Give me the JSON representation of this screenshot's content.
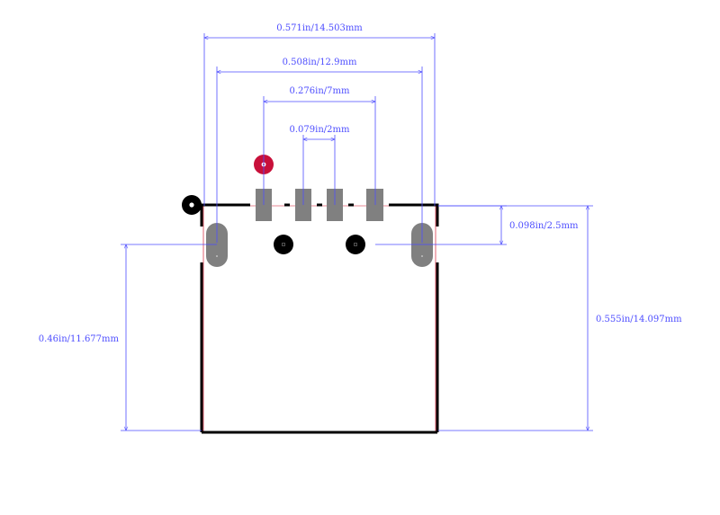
{
  "colors": {
    "dimension": "#4d4dff",
    "outline": "#000000",
    "pad": "#808080",
    "pin1": "#c8103a",
    "background": "#ffffff"
  },
  "dimensions": {
    "overall_width": "0.571in/14.503mm",
    "slot_spacing": "0.508in/12.9mm",
    "outer_pin_span": "0.276in/7mm",
    "pin_pitch": "0.079in/2mm",
    "pad_offset": "0.098in/2.5mm",
    "overall_height": "0.555in/14.097mm",
    "slot_to_bottom": "0.46in/11.677mm"
  },
  "icons": {
    "pin1_marker": "pin1-marker-icon",
    "origin_marker": "origin-marker-icon",
    "mounting_hole": "mounting-hole-icon"
  }
}
